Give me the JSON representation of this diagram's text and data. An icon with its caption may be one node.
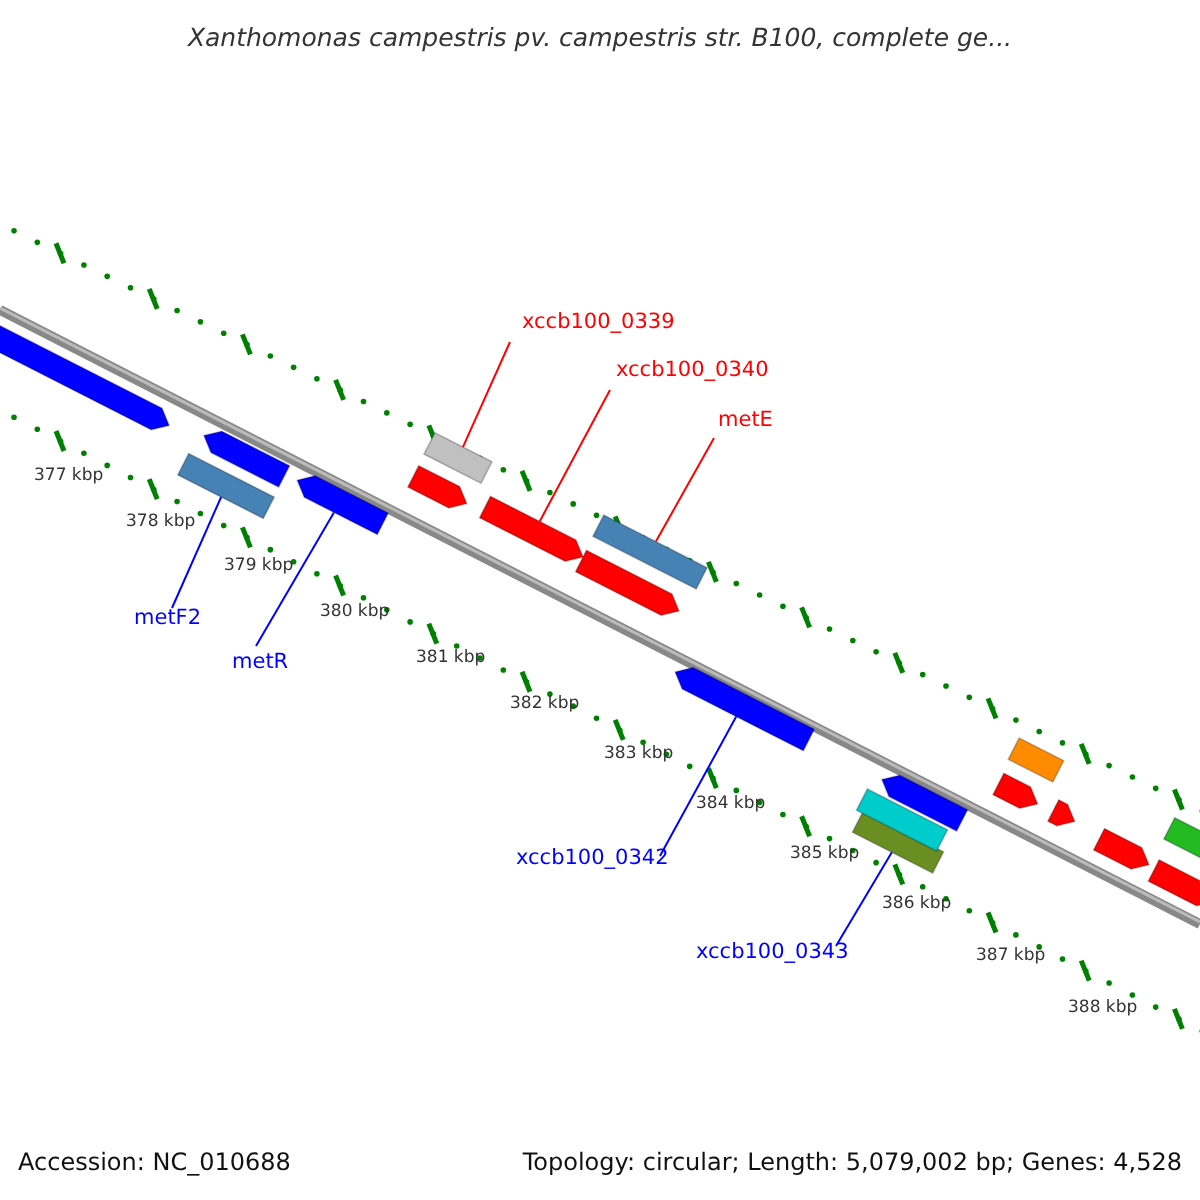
{
  "diagram": {
    "title": "Xanthomonas campestris pv. campestris str. B100, complete ge...",
    "nodes": [
      {
        "text": [
          "xccb100_0339"
        ]
      },
      {
        "text": [
          "xccb100_0340"
        ]
      },
      {
        "text": [
          "metE"
        ]
      },
      {
        "text": [
          "metF2"
        ]
      },
      {
        "text": [
          "metR"
        ]
      },
      {
        "text": [
          "xccb100_0342"
        ]
      },
      {
        "text": [
          "xccb100_0343"
        ]
      },
      {
        "text": [],
        "shape": "bar"
      },
      {
        "text": [],
        "shape": "bar"
      },
      {
        "text": [],
        "shape": "bar"
      },
      {
        "text": [],
        "shape": "bar"
      },
      {
        "text": [],
        "shape": "bar"
      },
      {
        "text": [],
        "shape": "bar"
      },
      {
        "text": [],
        "shape": "bar"
      },
      {
        "text": [],
        "shape": "bar"
      },
      {
        "text": [],
        "shape": "bar"
      },
      {
        "text": [],
        "shape": "bar"
      },
      {
        "text": [],
        "shape": "bar"
      },
      {
        "text": [],
        "shape": "bar"
      },
      {
        "text": [],
        "shape": "bar"
      },
      {
        "text": [],
        "shape": "bar"
      },
      {
        "text": [],
        "shape": "bar"
      },
      {
        "text": [],
        "shape": "bar"
      },
      {
        "text": [],
        "shape": "bar"
      },
      {
        "text": [],
        "shape": "bar"
      },
      {
        "text": [],
        "shape": "bar"
      }
    ],
    "edges": [
      {
        "from": 0,
        "to": 12,
        "arrow": "none",
        "color": "#ff0000"
      },
      {
        "from": 1,
        "to": 13,
        "arrow": "none",
        "color": "#ff0000"
      },
      {
        "from": 2,
        "to": 15,
        "arrow": "none",
        "color": "#ff0000"
      },
      {
        "from": 3,
        "to": 8,
        "arrow": "none"
      },
      {
        "from": 4,
        "to": 10,
        "arrow": "none"
      },
      {
        "from": 5,
        "to": 16,
        "arrow": "none"
      },
      {
        "from": 6,
        "to": 17,
        "arrow": "none"
      }
    ],
    "labels": [
      "377 kbp",
      "378 kbp",
      "379 kbp",
      "380 kbp",
      "381 kbp",
      "382 kbp",
      "383 kbp",
      "384 kbp",
      "385 kbp",
      "386 kbp",
      "387 kbp",
      "388 kbp",
      "Accession: NC_010688",
      "Topology: circular; Length: 5,079,002 bp; Genes: 4,528"
    ]
  }
}
